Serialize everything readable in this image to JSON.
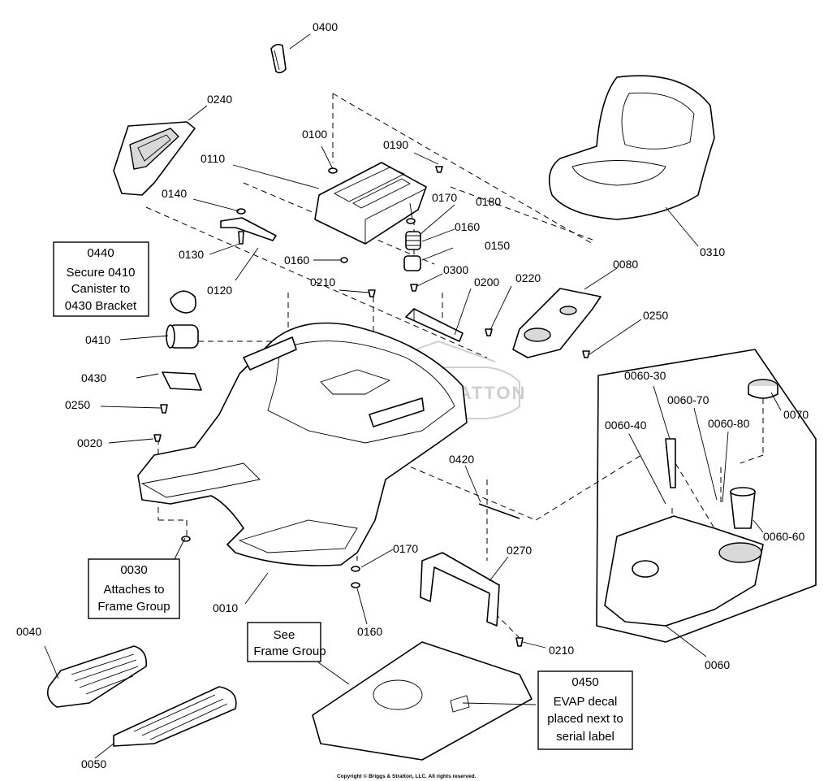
{
  "parts": {
    "p0400": "0400",
    "p0240": "0240",
    "p0100": "0100",
    "p0190": "0190",
    "p0110": "0110",
    "p0140": "0140",
    "p0170a": "0170",
    "p0180": "0180",
    "p0160a": "0160",
    "p0150": "0150",
    "p0130": "0130",
    "p0120": "0120",
    "p0160b": "0160",
    "p0300": "0300",
    "p0210a": "0210",
    "p0200": "0200",
    "p0220": "0220",
    "p0080": "0080",
    "p0310": "0310",
    "p0250a": "0250",
    "p0410": "0410",
    "p0430": "0430",
    "p0250b": "0250",
    "p0020": "0020",
    "p0060_30": "0060-30",
    "p0060_70": "0060-70",
    "p0070": "0070",
    "p0060_40": "0060-40",
    "p0060_80": "0060-80",
    "p0420": "0420",
    "p0060_60": "0060-60",
    "p0170b": "0170",
    "p0270": "0270",
    "p0010": "0010",
    "p0160c": "0160",
    "p0060": "0060",
    "p0210b": "0210",
    "p0040": "0040",
    "p0050": "0050"
  },
  "notes": {
    "n0440": {
      "num": "0440",
      "l1": "Secure 0410",
      "l2": "Canister to",
      "l3": "0430 Bracket"
    },
    "n0030": {
      "num": "0030",
      "l1": "Attaches to",
      "l2": "Frame Group"
    },
    "nframe": {
      "l1": "See",
      "l2": "Frame Group"
    },
    "n0450": {
      "num": "0450",
      "l1": "EVAP decal",
      "l2": "placed next to",
      "l3": "serial label"
    }
  },
  "watermark": "BRIGGS&STRATTON",
  "copyright": "Copyright © Briggs & Stratton, LLC. All rights reserved."
}
